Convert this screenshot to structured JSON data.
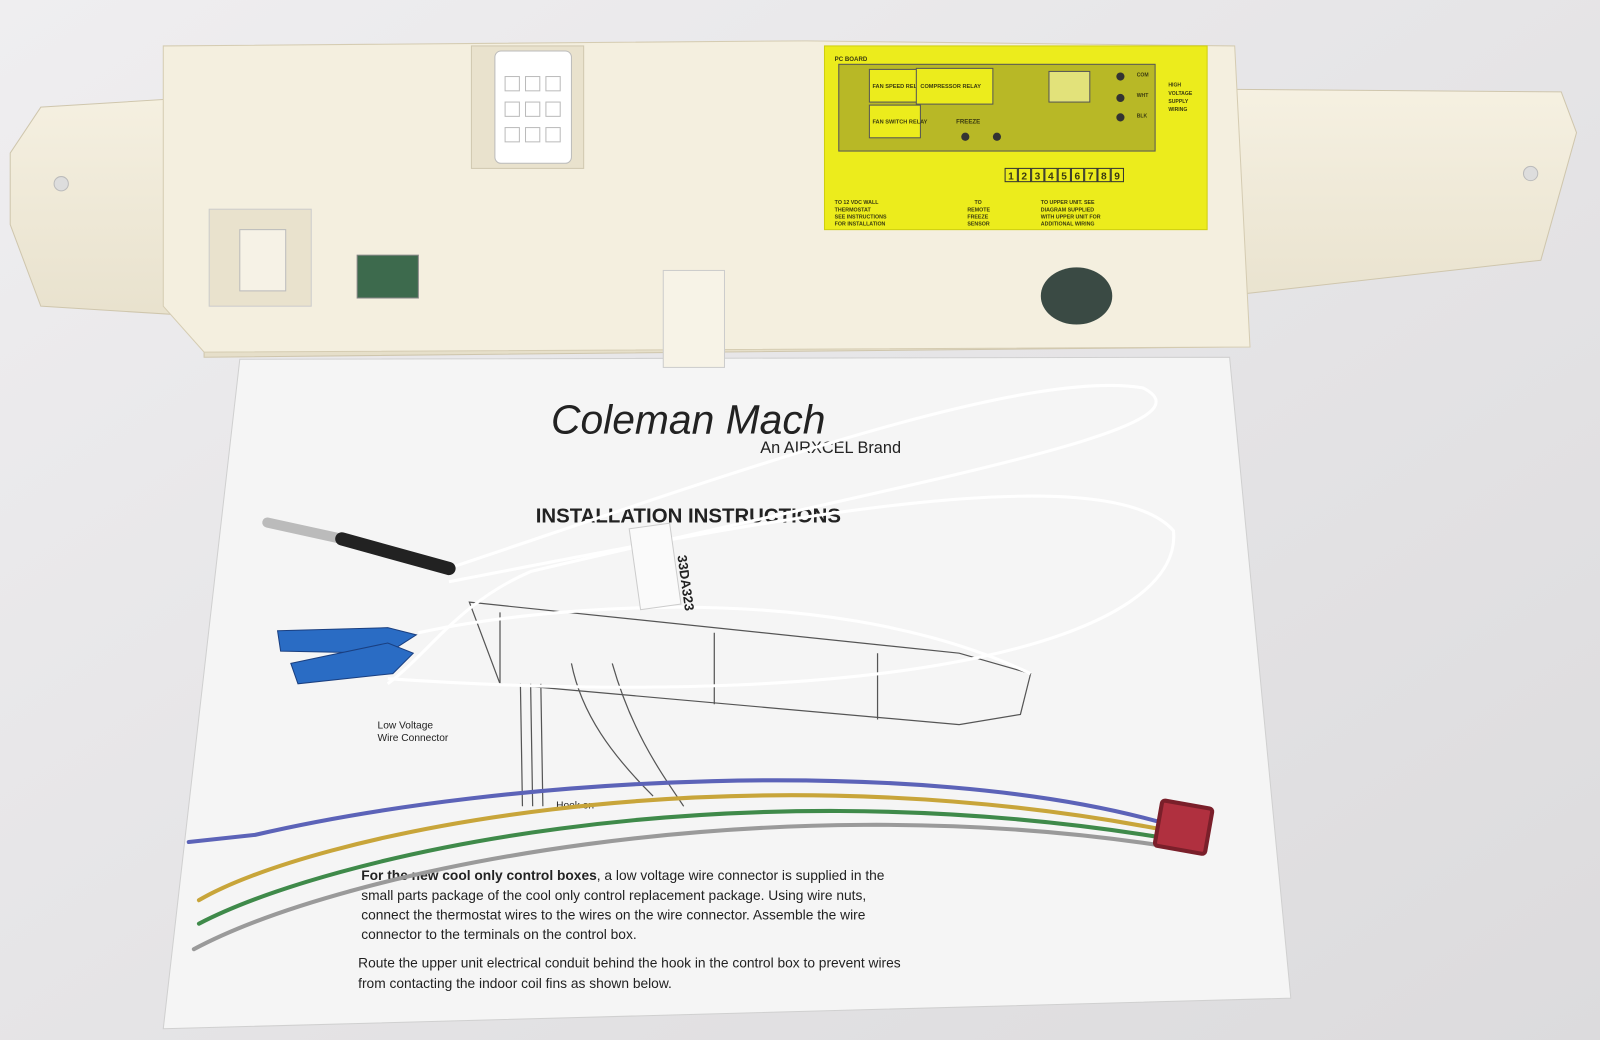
{
  "colors": {
    "background": "#e9e8ea",
    "housing": "#f1ebd9",
    "label": "#ecec1c",
    "paper": "#f4f4f4",
    "wire_blue": "#5c63b8",
    "wire_yellow": "#c8a53a",
    "wire_green": "#3f8a4a",
    "wire_gray": "#9a9a9a",
    "connector_red": "#b0303f",
    "terminal_blue": "#2a6cc4"
  },
  "label": {
    "title": "PC BOARD",
    "fan_speed_relay": "FAN SPEED RELAY",
    "fan_switch_relay": "FAN SWITCH RELAY",
    "compressor_relay": "COMPRESSOR RELAY",
    "freeze": "FREEZE",
    "thermostat_note": [
      "TO 12 VDC WALL",
      "THERMOSTAT",
      "SEE INSTRUCTIONS",
      "FOR INSTALLATION"
    ],
    "freeze_note": [
      "TO",
      "REMOTE",
      "FREEZE",
      "SENSOR"
    ],
    "upper_unit_note": [
      "TO UPPER UNIT. SEE",
      "DIAGRAM SUPPLIED",
      "WITH UPPER UNIT FOR",
      "ADDITIONAL WIRING"
    ],
    "terminals": [
      "1",
      "2",
      "3",
      "4",
      "5",
      "6",
      "7",
      "8",
      "9"
    ],
    "supply_taps": [
      "COM",
      "WHT",
      "BLK"
    ],
    "supply_note": [
      "HIGH",
      "VOLTAGE",
      "SUPPLY",
      "WIRING"
    ]
  },
  "document": {
    "brand": "Coleman Mach",
    "sub_brand": "An AIRXCEL Brand",
    "heading": "INSTALLATION INSTRUCTIONS",
    "callout": [
      "Low Voltage",
      "Wire Connector"
    ],
    "callout_hook": "Hook on",
    "paragraph1_bold": "For the new cool only control boxes",
    "paragraph1_lines": [
      ", a low voltage wire connector is supplied in the",
      "small parts package of the cool only control replacement package. Using wire nuts,",
      "connect the thermostat wires to the wires on the wire connector. Assemble the wire",
      "connector to the terminals on the control box."
    ],
    "paragraph2_lines": [
      "Route the upper unit electrical conduit behind the hook in the control box to prevent wires",
      "from contacting the indoor coil fins as shown below."
    ]
  },
  "sensor_tag": "33DA323"
}
